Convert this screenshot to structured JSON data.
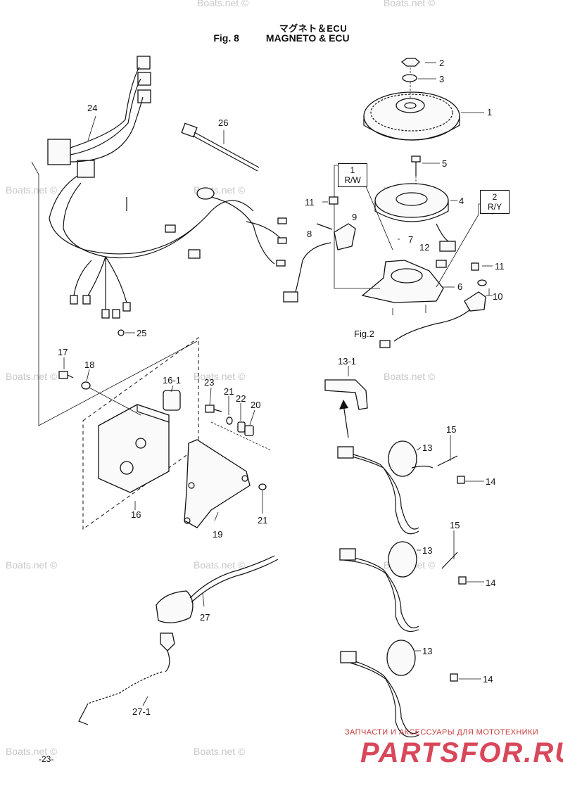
{
  "header": {
    "japanese_title": "マグネト＆ECU",
    "figure_number": "Fig. 8",
    "title": "MAGNETO & ECU"
  },
  "watermark": "Boats.net ©",
  "box_labels": [
    {
      "num": "1",
      "code": "R/W"
    },
    {
      "num": "2",
      "code": "R/Y"
    }
  ],
  "callouts": [
    "1",
    "2",
    "3",
    "4",
    "5",
    "6",
    "7",
    "8",
    "9",
    "10",
    "11",
    "11",
    "12",
    "13",
    "13",
    "13",
    "13-1",
    "14",
    "14",
    "14",
    "15",
    "15",
    "16",
    "16-1",
    "17",
    "18",
    "19",
    "20",
    "21",
    "21",
    "22",
    "23",
    "24",
    "25",
    "26",
    "27",
    "27-1"
  ],
  "reference": "Fig.2",
  "page_number": "-23-",
  "banner": {
    "tagline": "ЗАПЧАСТИ И АКСЕССУАРЫ ДЛЯ МОТОТЕХНИКИ",
    "brand": "PARTSFOR.RU"
  }
}
